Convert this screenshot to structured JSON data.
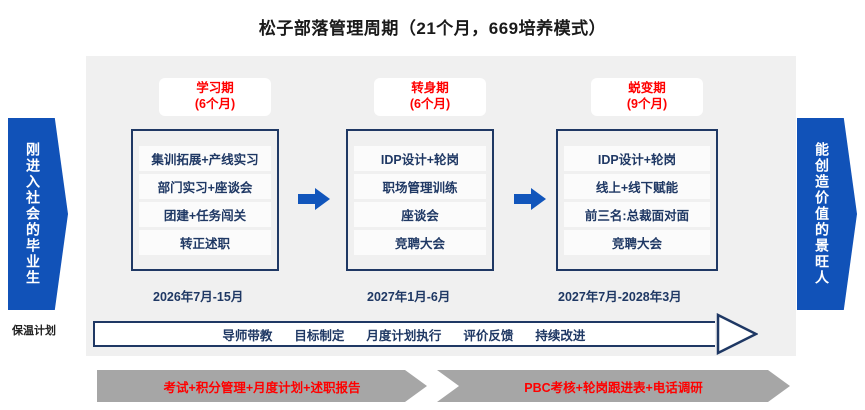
{
  "title": "松子部落管理周期（21个月，669培养模式）",
  "colors": {
    "accent_blue": "#1152b8",
    "navy": "#1f3864",
    "red": "#ff0000",
    "panel_gray": "#f0f0f0",
    "bar_gray": "#a6a6a6"
  },
  "left_banner": {
    "text": "刚进入社会的毕业生",
    "caption": "保温计划"
  },
  "right_banner": {
    "text": "能创造价值的景旺人"
  },
  "phases": [
    {
      "name": "学习期",
      "duration": "(6个月)",
      "items": [
        "集训拓展+产线实习",
        "部门实习+座谈会",
        "团建+任务闯关",
        "转正述职"
      ],
      "date": "2026年7月-15月"
    },
    {
      "name": "转身期",
      "duration": "(6个月)",
      "items": [
        "IDP设计+轮岗",
        "职场管理训练",
        "座谈会",
        "竞聘大会"
      ],
      "date": "2027年1月-6月"
    },
    {
      "name": "蜕变期",
      "duration": "(9个月)",
      "items": [
        "IDP设计+轮岗",
        "线上+线下赋能",
        "前三名:总裁面对面",
        "竞聘大会"
      ],
      "date": "2027年7月-2028年3月"
    }
  ],
  "process_arrow": {
    "items": [
      "导师带教",
      "目标制定",
      "月度计划执行",
      "评价反馈",
      "持续改进"
    ]
  },
  "bottom_bars": [
    "考试+积分管理+月度计划+述职报告",
    "PBC考核+轮岗跟进表+电话调研"
  ]
}
